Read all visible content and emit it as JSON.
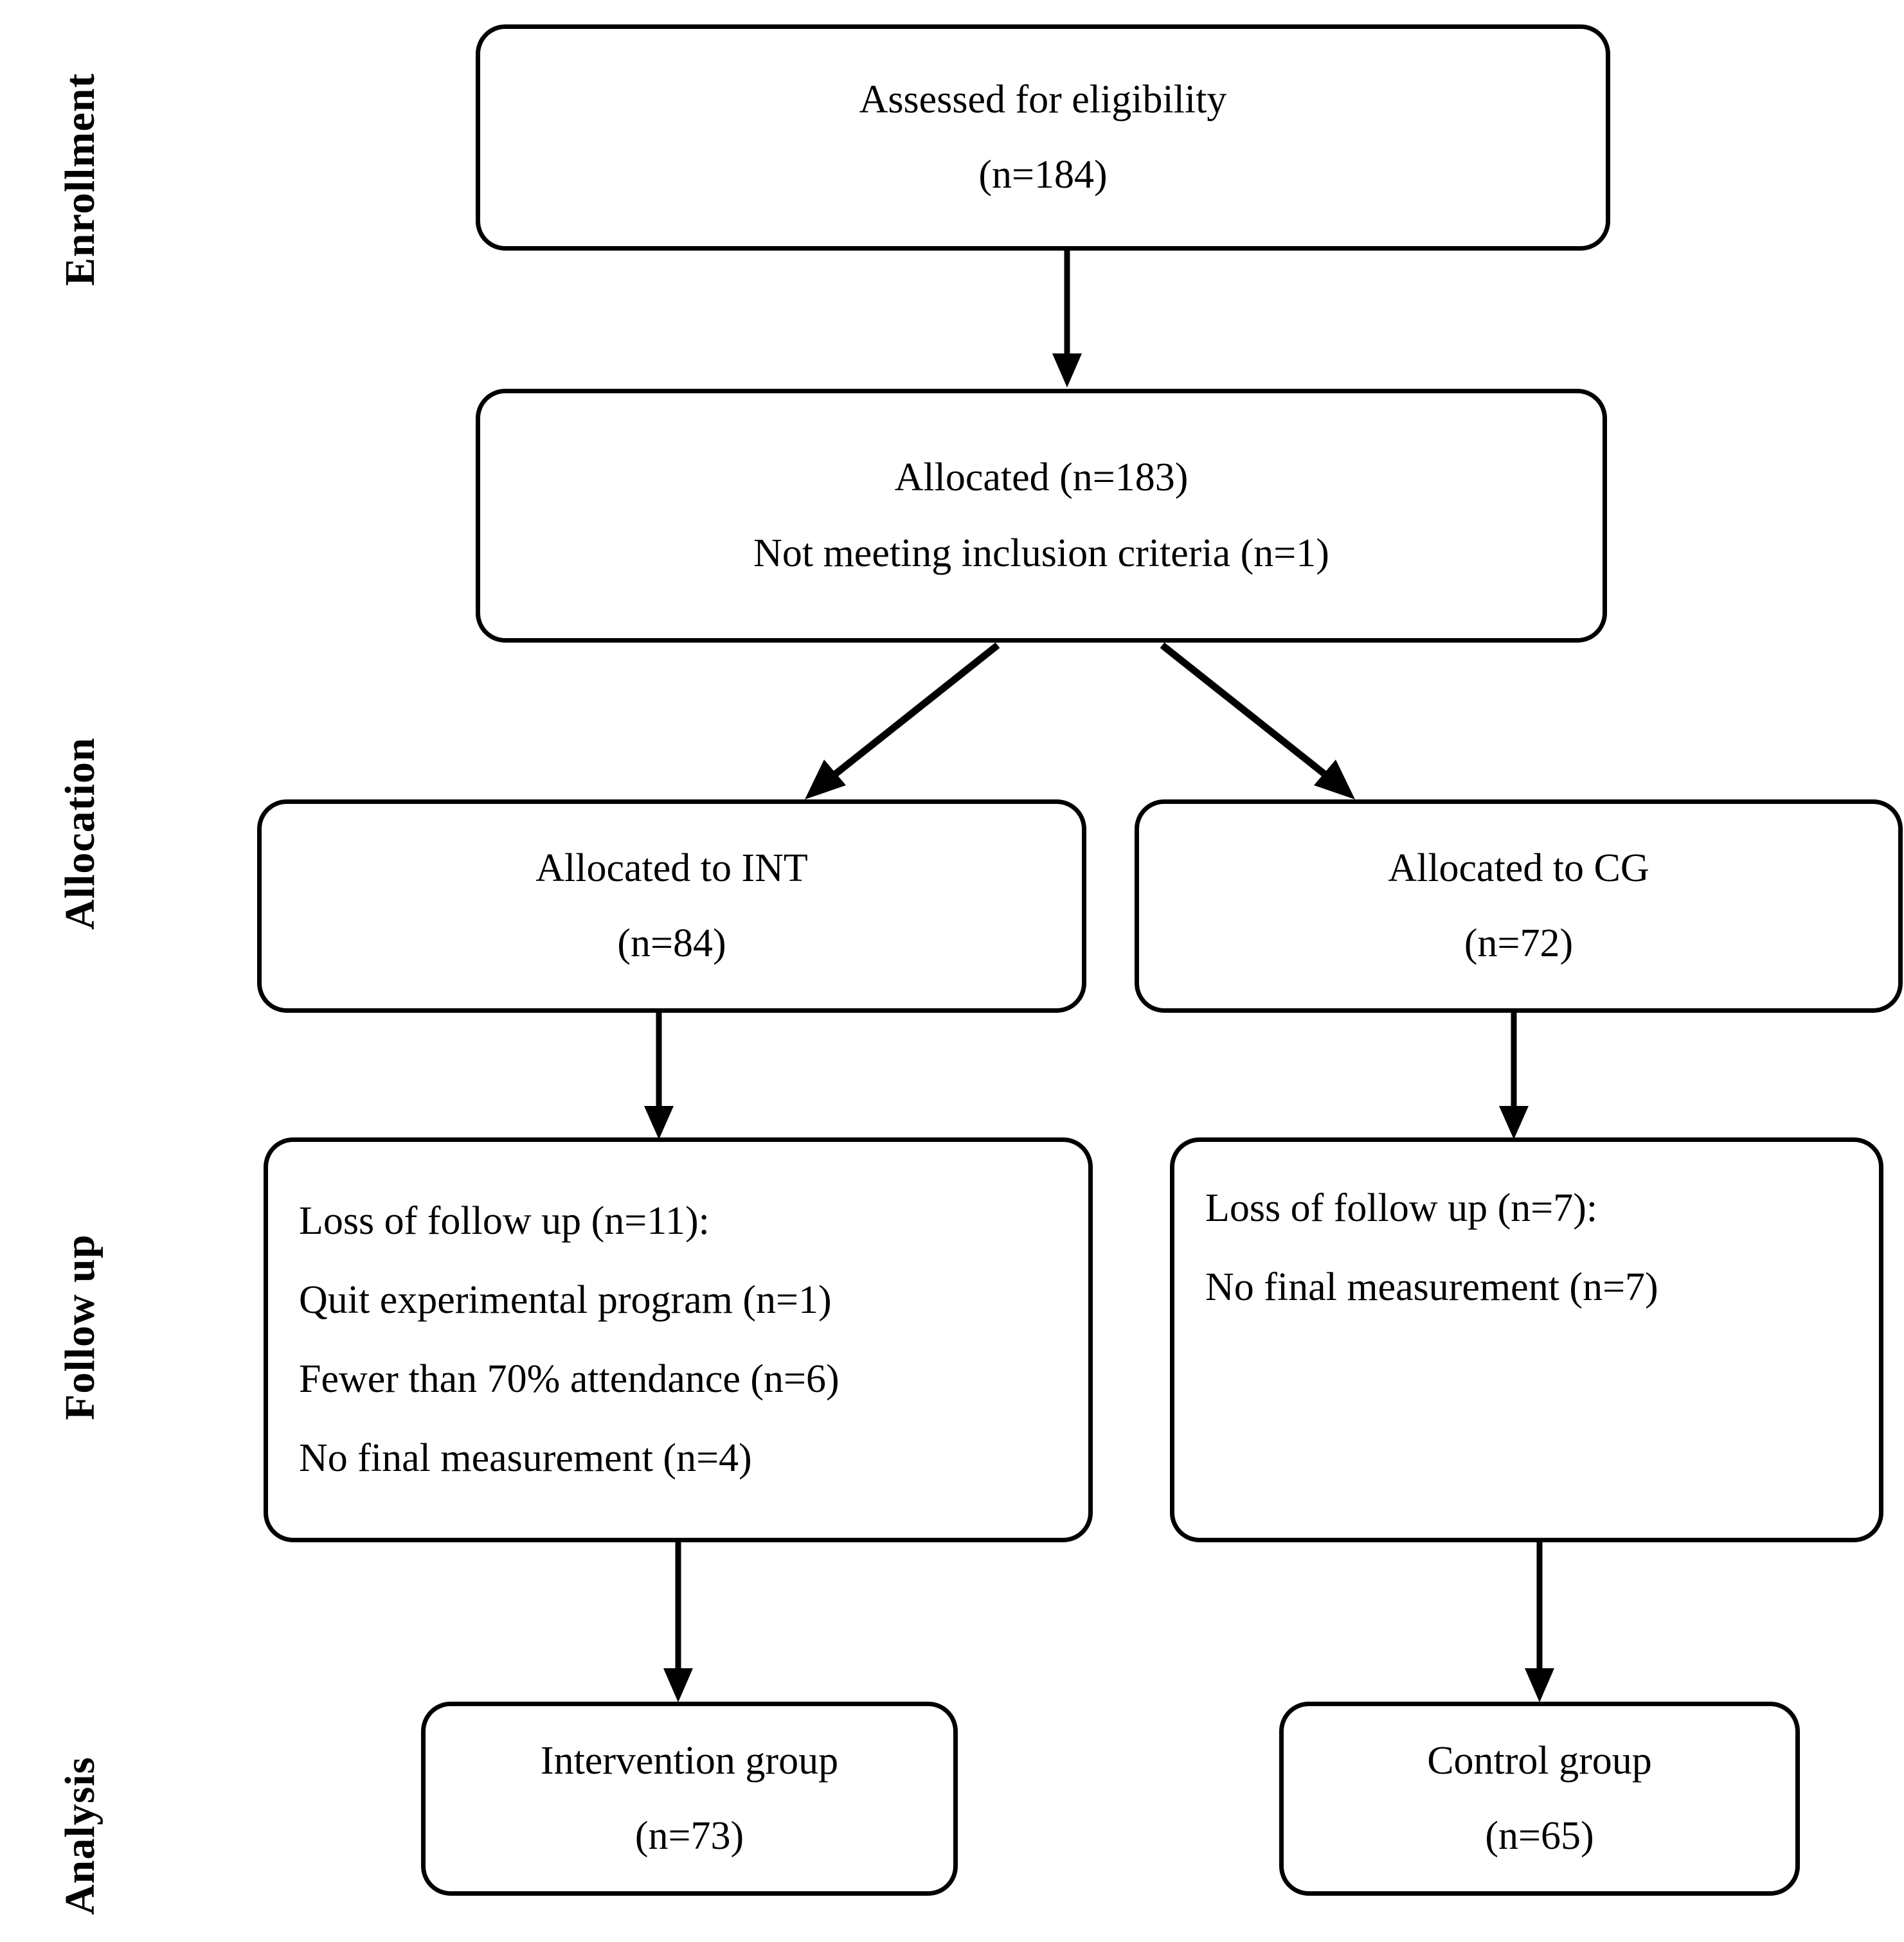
{
  "diagram": {
    "type": "consort-flow-diagram",
    "stage_labels": [
      {
        "name": "enrollment",
        "text": "Enrollment"
      },
      {
        "name": "allocation",
        "text": "Allocation"
      },
      {
        "name": "follow-up",
        "text": "Follow up"
      },
      {
        "name": "analysis",
        "text": "Analysis"
      }
    ],
    "nodes": {
      "assessed": {
        "lines": [
          "Assessed for eligibility",
          "(n=184)"
        ],
        "n": 184
      },
      "allocated": {
        "lines": [
          "Allocated (n=183)",
          "Not meeting inclusion criteria (n=1)"
        ],
        "allocated_n": 183,
        "not_meeting_inclusion_n": 1
      },
      "allocated_int": {
        "lines": [
          "Allocated to INT",
          "(n=84)"
        ],
        "n": 84
      },
      "allocated_cg": {
        "lines": [
          "Allocated to CG",
          "(n=72)"
        ],
        "n": 72
      },
      "loss_int": {
        "lines": [
          "Loss of follow up (n=11):",
          "Quit experimental program (n=1)",
          "Fewer than 70% attendance (n=6)",
          "No final measurement (n=4)"
        ],
        "total_n": 11
      },
      "loss_cg": {
        "lines": [
          "Loss of follow up (n=7):",
          "No final measurement (n=7)"
        ],
        "total_n": 7
      },
      "intervention_group": {
        "lines": [
          "Intervention group",
          "(n=73)"
        ],
        "n": 73
      },
      "control_group": {
        "lines": [
          "Control group",
          "(n=65)"
        ],
        "n": 65
      }
    },
    "colors": {
      "line": "#000000",
      "text": "#000000",
      "background": "#ffffff"
    }
  }
}
